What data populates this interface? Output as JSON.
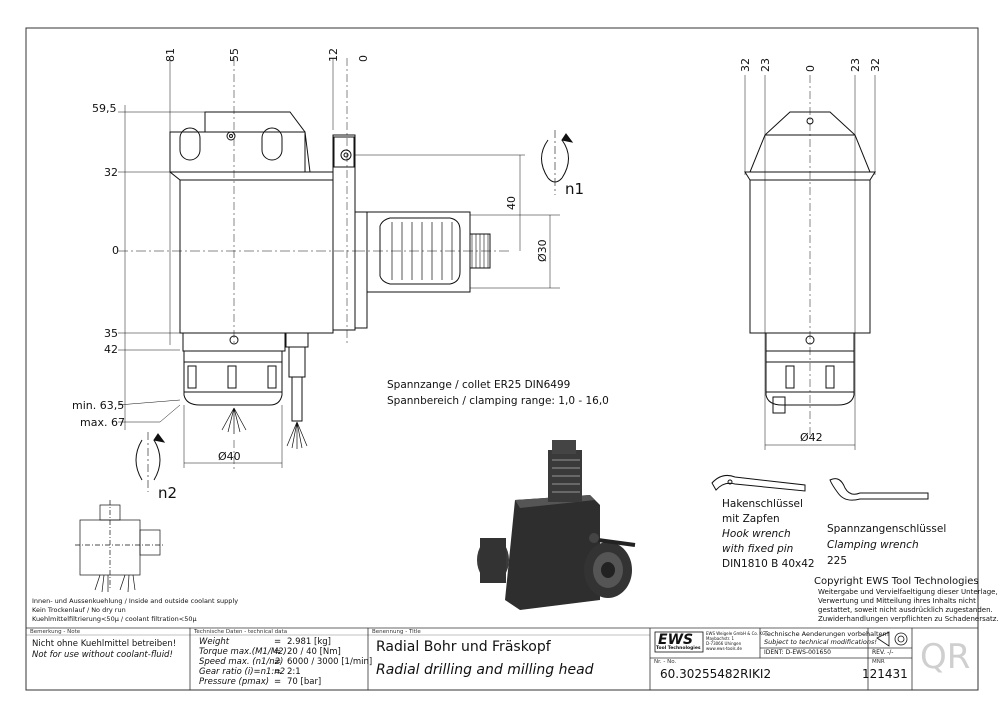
{
  "side_view": {
    "dims_top": [
      "81",
      "55",
      "12",
      "0"
    ],
    "dims_left": [
      "59,5",
      "32",
      "0",
      "35",
      "42",
      "min. 63,5",
      "max. 67"
    ],
    "dim_40": "40",
    "dim_d30": "Ø30",
    "dim_d40": "Ø40",
    "rotation_n1": "n1",
    "rotation_n2": "n2"
  },
  "front_view": {
    "dims_top": [
      "32",
      "23",
      "0",
      "23",
      "32"
    ],
    "dim_d42": "Ø42"
  },
  "collet": {
    "line1": "Spannzange / collet  ER25  DIN6499",
    "line2": "Spannbereich / clamping range: 1,0 - 16,0"
  },
  "hook_wrench": {
    "line1": "Hakenschlüssel",
    "line2": "mit Zapfen",
    "line3": "Hook wrench",
    "line4": "with fixed pin",
    "line5": "DIN1810 B 40x42"
  },
  "clamping_wrench": {
    "line1": "Spannzangenschlüssel",
    "line2": "Clamping wrench",
    "line3": "225"
  },
  "copyright": {
    "title": "Copyright EWS Tool Technologies",
    "body": [
      "Weitergabe und Vervielfaeltigung dieser Unterlage,",
      "Verwertung und Mitteilung ihres Inhalts nicht",
      "gestattet, soweit nicht ausdrücklich zugestanden.",
      "Zuwiderhandlungen verpflichten zu Schadenersatz."
    ]
  },
  "coolant_notes": [
    "Innen- und Aussenkuehlung / Inside and outside coolant supply",
    "Kein Trockenlauf / No dry run",
    "Kuehlmittelfiltrierung<50µ / coolant filtration<50µ"
  ],
  "title_block": {
    "note_label": "Bemerkung - Note",
    "note_de": "Nicht ohne Kuehlmittel betreiben!",
    "note_en": "Not for use without coolant-fluid!",
    "tech_label": "Technische Daten - technical data",
    "tech_rows": [
      {
        "name": "Weight",
        "sep": "=",
        "value": "2.981 [kg]"
      },
      {
        "name": "Torque max.(M1/M2)",
        "sep": "=",
        "value": "20 / 40 [Nm]"
      },
      {
        "name": "Speed max. (n1/n2)",
        "sep": "=",
        "value": "6000 / 3000 [1/min]"
      },
      {
        "name": "Gear ratio  (i)=n1:n2",
        "sep": "=",
        "value": "2:1"
      },
      {
        "name": "Pressure    (pmax)",
        "sep": "=",
        "value": "70 [bar]"
      }
    ],
    "title_label": "Benennung - Title",
    "title_de": "Radial Bohr und Fräskopf",
    "title_en": "Radial drilling and milling head",
    "logo": "EWS",
    "logo_sub": "Tool Technologies",
    "company_lines": [
      "EWS Weigele GmbH & Co. KG",
      "Maybachstr. 1",
      "D-73066 Uhingen",
      "www.ews-tools.de"
    ],
    "changes_de": "Technische Aenderungen vorbehalten!",
    "changes_en": "Subject to technical modifications!",
    "ident": "IDENT:  D-EWS-001650",
    "rev": "REV.  -/-",
    "nr_label": "Nr. - No.",
    "part_no": "60.30255482RIKI2",
    "mnr_label": "MNR",
    "mnr": "121431",
    "qr": "QR"
  },
  "colors": {
    "line": "#111111",
    "render": "#2a2a2a",
    "frame": "#333333"
  }
}
